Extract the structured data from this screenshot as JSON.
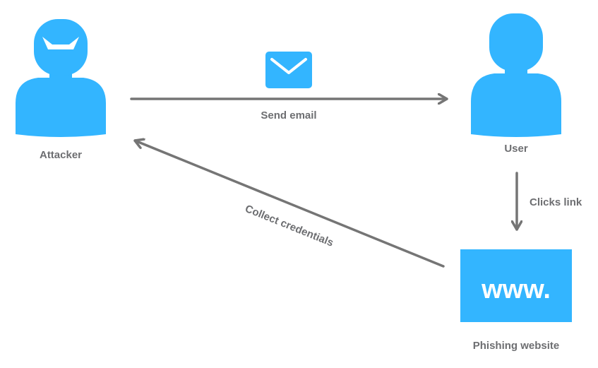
{
  "colors": {
    "accent": "#33b5ff",
    "line": "#757575",
    "text": "#6d6e71",
    "background": "#ffffff"
  },
  "nodes": {
    "attacker": {
      "label": "Attacker",
      "icon": "attacker-person-icon"
    },
    "user": {
      "label": "User",
      "icon": "user-person-icon"
    },
    "website": {
      "label": "Phishing website",
      "icon": "website-box-icon",
      "text": "www."
    }
  },
  "edges": {
    "send_email": {
      "label": "Send email",
      "icon": "envelope-icon"
    },
    "clicks_link": {
      "label": "Clicks link"
    },
    "collect_credentials": {
      "label": "Collect credentials"
    }
  }
}
